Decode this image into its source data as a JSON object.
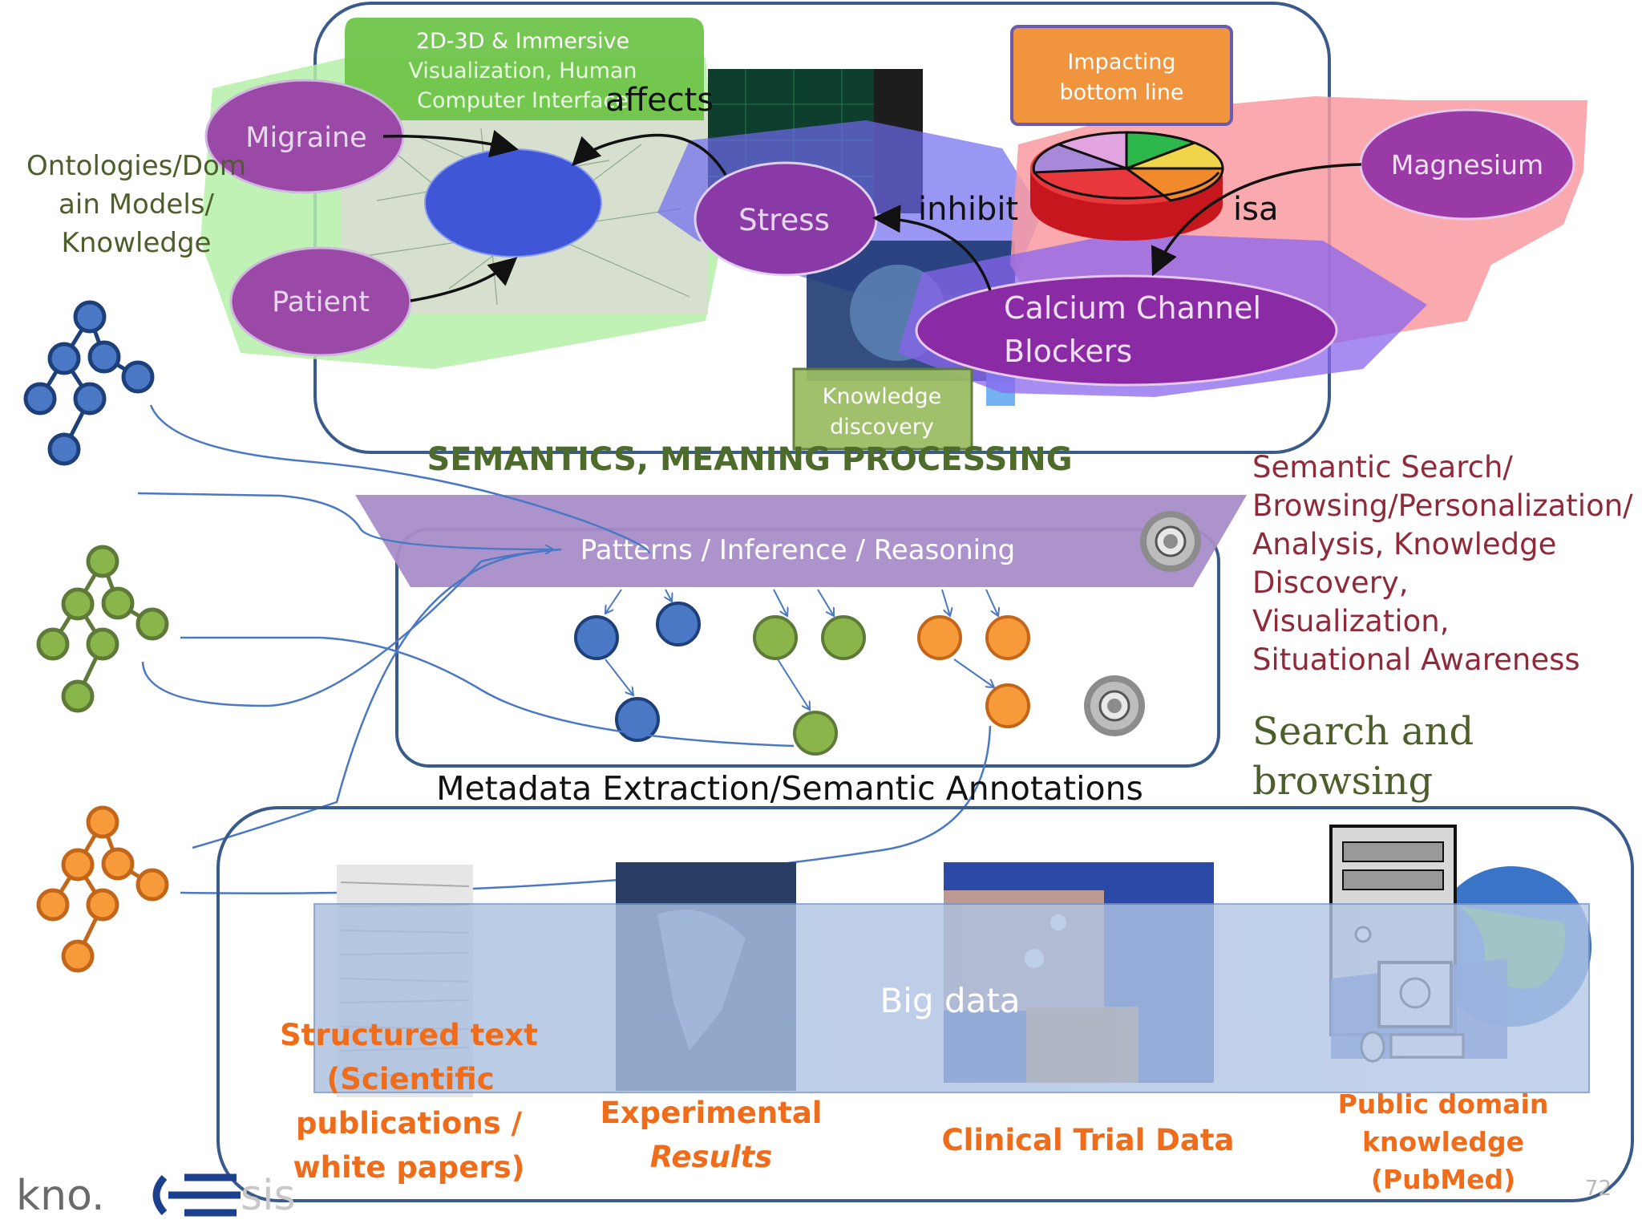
{
  "colors": {
    "purple": "#9a4aa6",
    "dark_purple": "#8a2aa5",
    "blue": "#4a78c4",
    "green": "#8ab54a",
    "orange": "#f79a3a",
    "dark_red": "#8e2a3a",
    "olive": "#556b2f",
    "frame": "#3a5a8c",
    "accent_orange": "#ee6c1a"
  },
  "top": {
    "viz_label_lines": [
      "2D-3D & Immersive",
      "Visualization, Human",
      "Computer Interface"
    ],
    "impacting_lines": [
      "Impacting",
      "bottom line"
    ],
    "knowledge_discovery_lines": [
      "Knowledge",
      "discovery"
    ],
    "nodes": {
      "migraine": "Migraine",
      "patient": "Patient",
      "stress": "Stress",
      "magnesium": "Magnesium",
      "calcium_lines": [
        "Calcium Channel",
        "Blockers"
      ]
    },
    "relations": {
      "affects": "affects",
      "inhibit": "inhibit",
      "isa": "isa"
    },
    "section_title": "SEMANTICS, MEANING PROCESSING"
  },
  "left": {
    "ontologies_lines": [
      "Ontologies/Dom",
      "ain Models/",
      "Knowledge"
    ]
  },
  "middle": {
    "patterns_label": "Patterns / Inference / Reasoning",
    "metadata_title": "Metadata Extraction/Semantic Annotations"
  },
  "right": {
    "semantic_search_lines": [
      "Semantic Search/",
      "Browsing/Personalization/",
      "Analysis, Knowledge",
      "Discovery,",
      "Visualization,",
      "Situational Awareness"
    ],
    "search_browsing_lines": [
      "Search and",
      "browsing"
    ]
  },
  "bottom": {
    "big_data": "Big data",
    "structured_lines": [
      "Structured text",
      "(Scientific",
      "publications /",
      "white papers)"
    ],
    "experimental_lines": [
      "Experimental",
      "Results"
    ],
    "clinical": "Clinical Trial Data",
    "public_lines": [
      "Public domain",
      "knowledge",
      "(PubMed)"
    ]
  },
  "footer": {
    "logo_left": "kno.",
    "logo_right": "sis",
    "page_number": "72"
  }
}
